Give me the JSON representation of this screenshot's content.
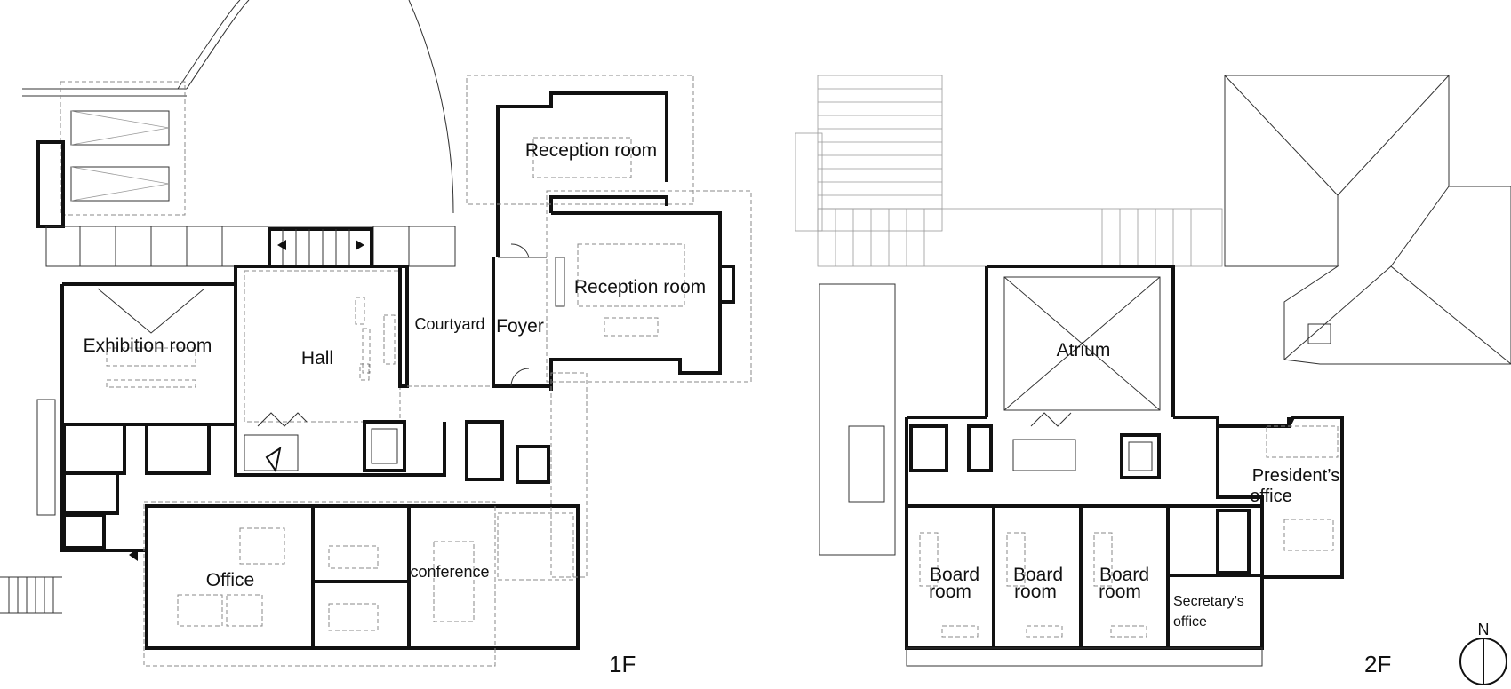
{
  "floor_1": {
    "label": "1F",
    "rooms": {
      "reception_room_1": "Reception room",
      "reception_room_2": "Reception room",
      "exhibition_room": "Exhibition room",
      "hall": "Hall",
      "courtyard": "Courtyard",
      "foyer": "Foyer",
      "office": "Office",
      "conference": "conference"
    }
  },
  "floor_2": {
    "label": "2F",
    "rooms": {
      "atrium": "Atrium",
      "presidents_office_1": "President’s",
      "presidents_office_2": "office",
      "board_room_a_1": "Board",
      "board_room_a_2": "room",
      "board_room_b_1": "Board",
      "board_room_b_2": "room",
      "board_room_c_1": "Board",
      "board_room_c_2": "room",
      "secretarys_office_1": "Secretary’s",
      "secretarys_office_2": "office"
    }
  },
  "north_arrow": {
    "label": "N"
  }
}
